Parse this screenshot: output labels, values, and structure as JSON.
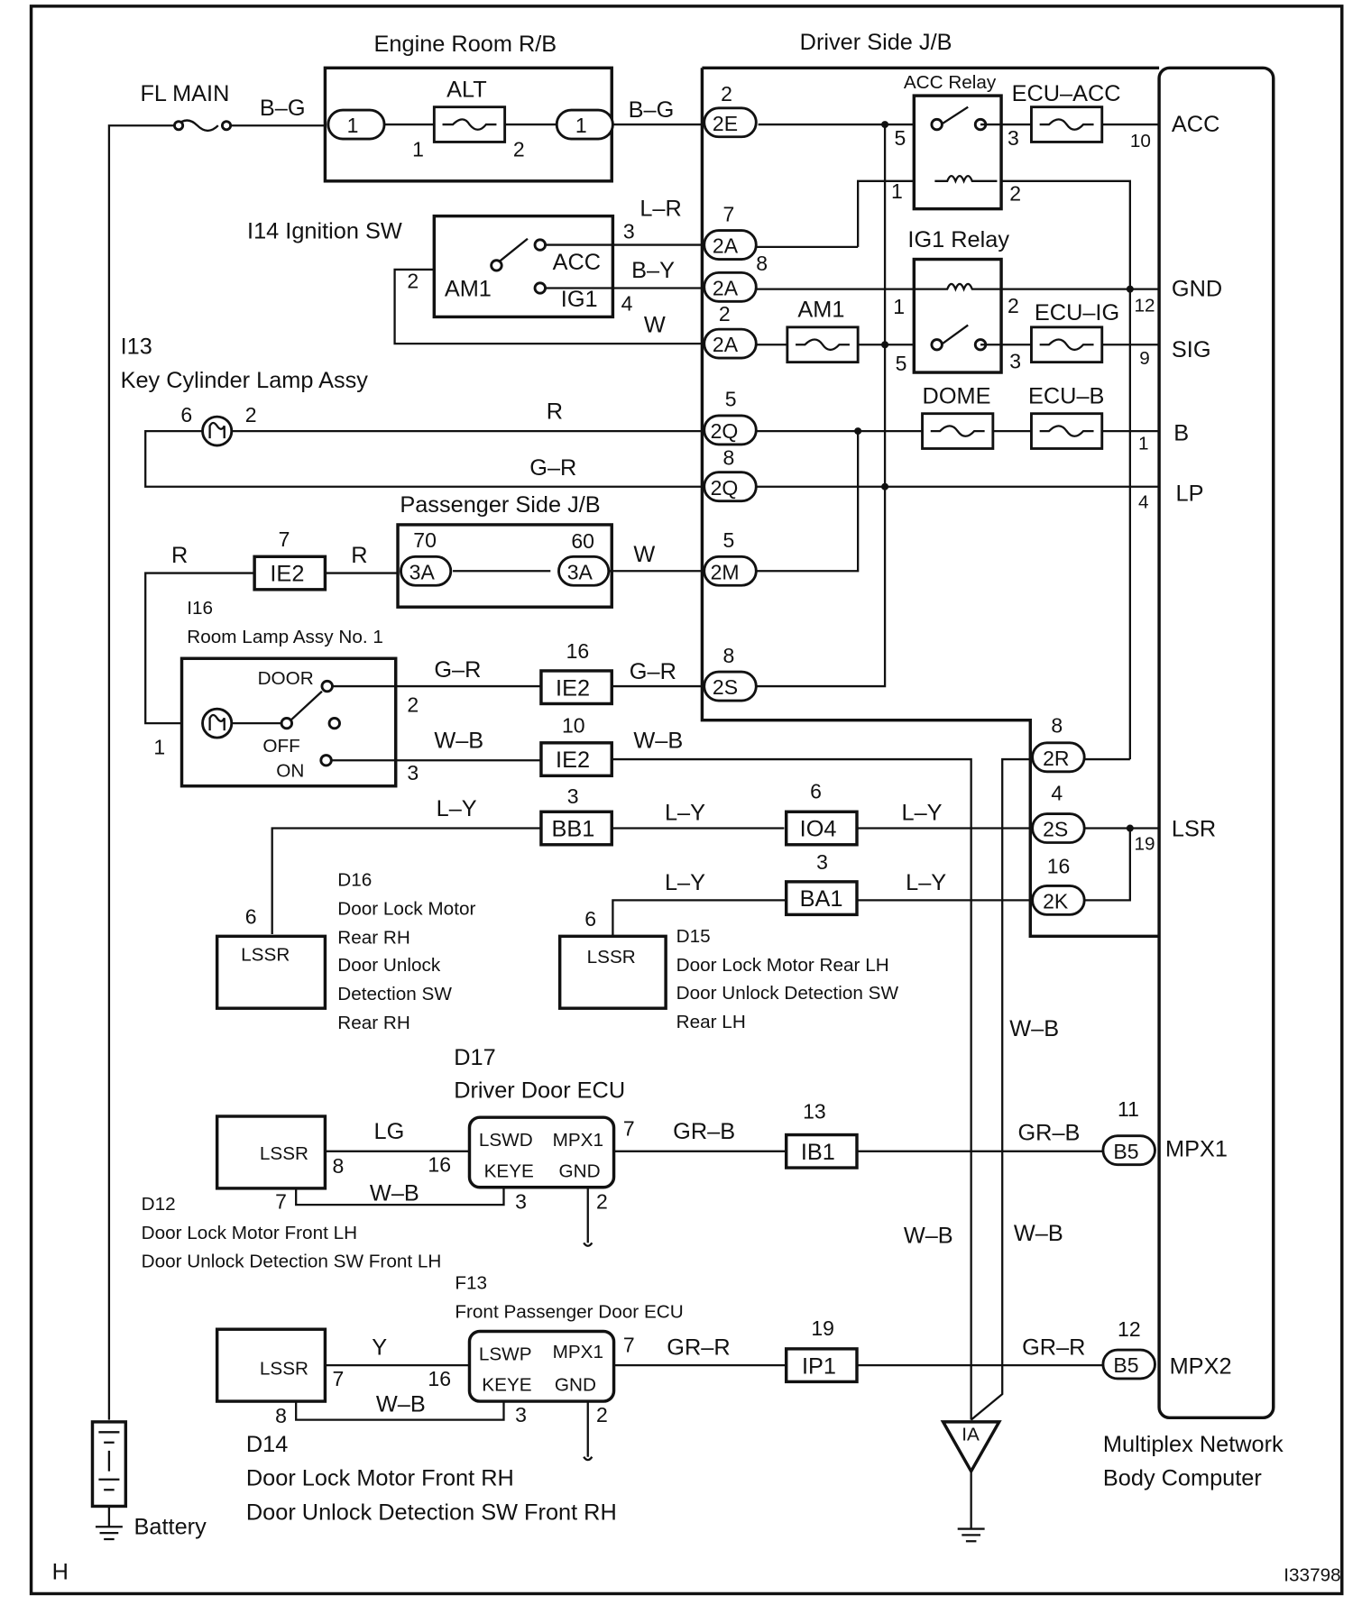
{
  "title_labels": {
    "engine_room_rb": "Engine Room R/B",
    "driver_side_jb": "Driver Side J/B",
    "passenger_side_jb": "Passenger Side J/B",
    "fl_main": "FL MAIN",
    "alt": "ALT",
    "acc_relay": "ACC Relay",
    "ig1_relay": "IG1 Relay",
    "ecu_acc": "ECU–ACC",
    "ecu_ig": "ECU–IG",
    "ecu_b": "ECU–B",
    "dome": "DOME",
    "am1_fuse": "AM1"
  },
  "ignition_sw": {
    "name": "I14 Ignition SW",
    "am1": "AM1",
    "acc": "ACC",
    "ig1": "IG1"
  },
  "key_cylinder": {
    "id": "I13",
    "name": "Key Cylinder Lamp Assy"
  },
  "room_lamp": {
    "id": "I16",
    "name": "Room Lamp Assy No. 1",
    "door": "DOOR",
    "off": "OFF",
    "on": "ON"
  },
  "body_computer": {
    "name_line1": "Multiplex Network",
    "name_line2": "Body Computer",
    "acc": "ACC",
    "gnd": "GND",
    "sig": "SIG",
    "b": "B",
    "lp": "LP",
    "lsr": "LSR",
    "mpx1": "MPX1",
    "mpx2": "MPX2"
  },
  "d16": {
    "id": "D16",
    "line1": "Door Lock Motor",
    "line2": "Rear RH",
    "line3": "Door Unlock",
    "line4": "Detection SW",
    "line5": "Rear RH",
    "box": "LSSR"
  },
  "d15": {
    "id": "D15",
    "line1": "Door Lock Motor Rear LH",
    "line2": "Door Unlock Detection SW",
    "line3": "Rear LH",
    "box": "LSSR"
  },
  "d17": {
    "id": "D17",
    "name": "Driver Door ECU",
    "lswd": "LSWD",
    "mpx1": "MPX1",
    "keye": "KEYE",
    "gnd": "GND"
  },
  "d12": {
    "id": "D12",
    "line1": "Door Lock Motor Front LH",
    "line2": "Door Unlock Detection SW Front LH",
    "box": "LSSR"
  },
  "f13": {
    "id": "F13",
    "name": "Front Passenger Door ECU",
    "lswp": "LSWP",
    "mpx1": "MPX1",
    "keye": "KEYE",
    "gnd": "GND"
  },
  "d14": {
    "id": "D14",
    "line1": "Door Lock Motor Front RH",
    "line2": "Door Unlock Detection SW Front RH",
    "box": "LSSR"
  },
  "battery": "Battery",
  "ground_point": "IA",
  "connectors": {
    "c2E": "2E",
    "c2A": "2A",
    "c2Q": "2Q",
    "c2M": "2M",
    "c2S": "2S",
    "c2R": "2R",
    "c2K": "2K",
    "c3A": "3A",
    "cIE2": "IE2",
    "cBB1": "BB1",
    "cIO4": "IO4",
    "cBA1": "BA1",
    "cIB1": "IB1",
    "cIP1": "IP1",
    "cB5": "B5",
    "c1": "1"
  },
  "wires": {
    "BG": "B–G",
    "LR": "L–R",
    "BY": "B–Y",
    "W": "W",
    "R": "R",
    "GR": "G–R",
    "WB": "W–B",
    "LY": "L–Y",
    "LG": "LG",
    "GRB": "GR–B",
    "GRR": "GR–R",
    "Y": "Y"
  },
  "pins": {
    "p1": "1",
    "p2": "2",
    "p3": "3",
    "p4": "4",
    "p5": "5",
    "p6": "6",
    "p7": "7",
    "p8": "8",
    "p9": "9",
    "p10": "10",
    "p11": "11",
    "p12": "12",
    "p13": "13",
    "p16": "16",
    "p19": "19",
    "p60": "60",
    "p70": "70"
  },
  "corner_label": "H",
  "figure_id": "I33798"
}
